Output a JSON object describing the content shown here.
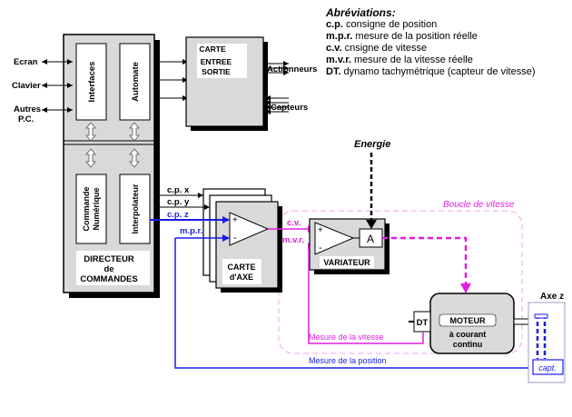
{
  "abbreviations": {
    "heading": "Abréviations:",
    "items": [
      {
        "key": "c.p.",
        "text": " consigne de position"
      },
      {
        "key": "m.p.r.",
        "text": " mesure de la position réelle"
      },
      {
        "key": "c.v.",
        "text": " cnsigne de vitesse"
      },
      {
        "key": "m.v.r.",
        "text": " mesure de la vitesse réelle"
      },
      {
        "key": "DT.",
        "text": " dynamo tachymétrique (capteur de vitesse)"
      }
    ]
  },
  "directeur": {
    "inputs": [
      "Ecran",
      "Clavier",
      "Autres",
      "P.C."
    ],
    "interfaces": "Interfaces",
    "automate": "Automate",
    "commande": [
      "Commande",
      "Numérique"
    ],
    "interpolateur": "Interpolateur",
    "title": [
      "DIRECTEUR",
      "de",
      "COMMANDES"
    ]
  },
  "carte_es": {
    "title": [
      "CARTE",
      "ENTREE",
      "SORTIE"
    ],
    "actionneurs": "Actionneurs",
    "capteurs": "Capteurs"
  },
  "signals": {
    "cpx": "c.p. x",
    "cpy": "c.p. y",
    "cpz": "c.p. z",
    "mpr": "m.p.r.",
    "cv": "c.v.",
    "mvr": "m.v.r."
  },
  "carte_axe": {
    "title": [
      "CARTE",
      "d'AXE"
    ],
    "plus": "+",
    "minus": "-"
  },
  "variateur": {
    "title": "VARIATEUR",
    "amp": "A",
    "plus": "+",
    "minus": "-"
  },
  "energie": "Energie",
  "boucle": "Boucle de vitesse",
  "moteur": {
    "title": [
      "MOTEUR",
      "à courant",
      "continu"
    ],
    "dt": "DT"
  },
  "axe": {
    "title": "Axe z",
    "capt": "capt."
  },
  "mesure_vitesse": "Mesure de la vitesse",
  "mesure_position": "Mesure de la position",
  "colors": {
    "magenta": "#e01ee0",
    "blue": "#1a1ae6",
    "gray": "#c8c8c8",
    "box_gray": "#d9d9d9"
  }
}
